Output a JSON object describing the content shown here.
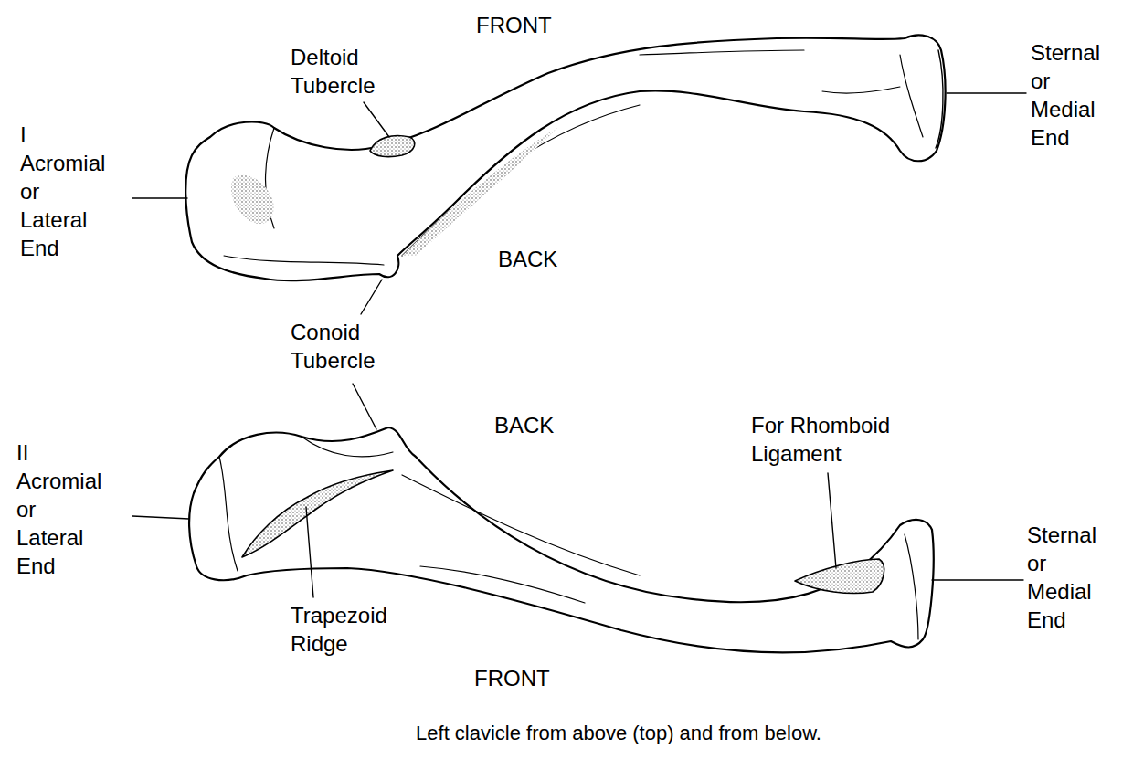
{
  "diagram": {
    "caption": "Left clavicle from above (top) and from below.",
    "labels": [
      "FRONT",
      "Deltoid Tubercle",
      "I Acromial or Lateral End",
      "Sternal or Medial End",
      "BACK",
      "Conoid Tubercle",
      "BACK",
      "For Rhomboid Ligament",
      "II Acromial or Lateral End",
      "Sternal or Medial End",
      "Trapezoid Ridge",
      "FRONT"
    ]
  }
}
